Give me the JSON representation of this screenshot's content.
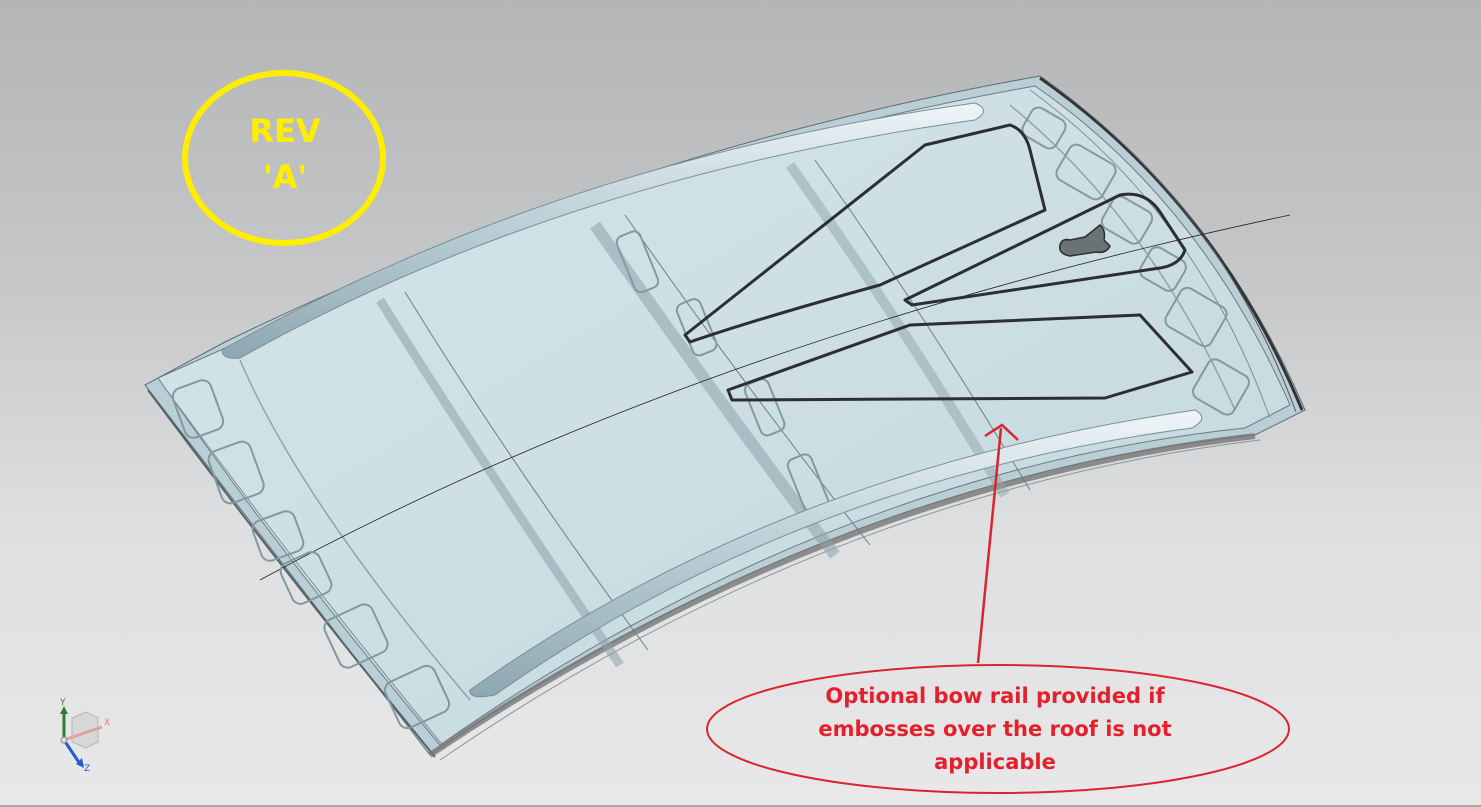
{
  "viewport": {
    "background_top": "#b4b5b7",
    "background_bottom": "#e8e8e9",
    "model": "vehicle roof panel assembly (isometric view)",
    "model_color": "#cfe0e6"
  },
  "revision_stamp": {
    "line1": "REV",
    "line2": "'A'",
    "color": "#ffee00"
  },
  "callout": {
    "line1": "Optional bow rail provided if",
    "line2": "embosses over the roof is not",
    "line3": "applicable",
    "color": "#e3202c",
    "shape": "ellipse-with-arrow"
  },
  "view_triad": {
    "x_label": "X",
    "y_label": "Y",
    "z_label": "Z",
    "x_color": "#d98080",
    "y_color": "#2e7d32",
    "z_color": "#1e5bd6"
  }
}
